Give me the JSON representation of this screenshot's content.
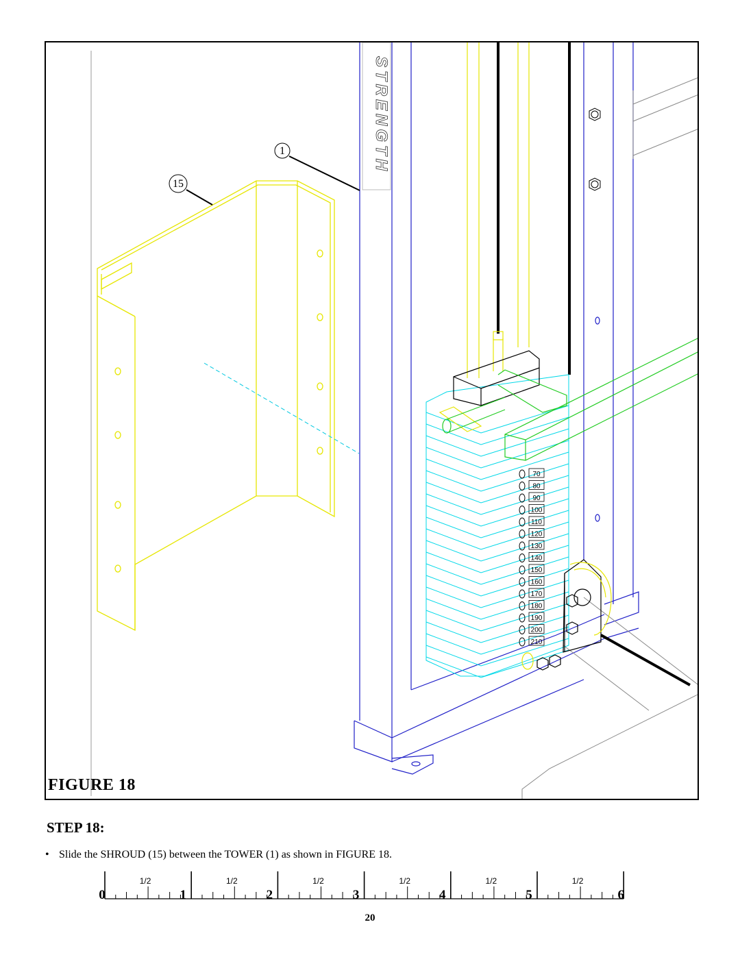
{
  "figure": {
    "caption": "FIGURE 18",
    "tower_lettering": "STRENGTH",
    "callouts": [
      {
        "number": "1",
        "part": "TOWER"
      },
      {
        "number": "15",
        "part": "SHROUD"
      }
    ],
    "weight_labels": [
      "70",
      "80",
      "90",
      "100",
      "110",
      "120",
      "130",
      "140",
      "150",
      "160",
      "170",
      "180",
      "190",
      "200",
      "210"
    ]
  },
  "step": {
    "heading": "STEP 18:",
    "bullet": "•",
    "instruction": "Slide the SHROUD (15) between the TOWER (1) as shown in FIGURE 18."
  },
  "ruler": {
    "inch_labels": [
      "0",
      "1",
      "2",
      "3",
      "4",
      "5",
      "6"
    ],
    "half_label": "1/2"
  },
  "page_number": "20",
  "colors": {
    "outline": "#000000",
    "tower": "#2020c8",
    "shroud": "#e6e600",
    "weight_stack": "#00d8e8",
    "handle": "#22cc22",
    "cable": "#000000"
  }
}
